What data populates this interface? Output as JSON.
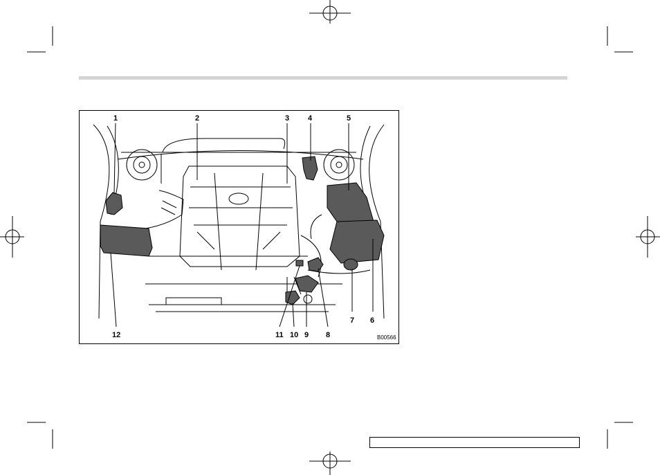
{
  "figure": {
    "code": "B00566",
    "callouts": [
      "1",
      "2",
      "3",
      "4",
      "5",
      "6",
      "7",
      "8",
      "9",
      "10",
      "11",
      "12"
    ],
    "colors": {
      "component_fill": "#5a5a5a",
      "line": "#000000",
      "rule": "#d4d4d4"
    }
  },
  "icons": {
    "registration_marks": "crosshair-registration-mark-icon",
    "crop_marks": "crop-mark-icon"
  }
}
